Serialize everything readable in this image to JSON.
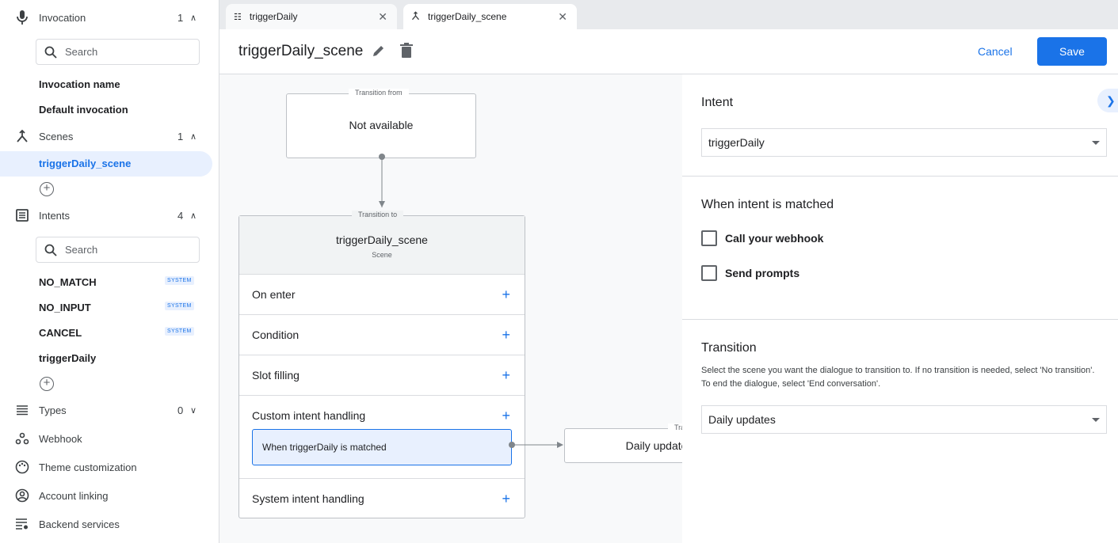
{
  "sidebar": {
    "invocation": {
      "label": "Invocation",
      "count": "1",
      "search_placeholder": "Search",
      "items": [
        "Invocation name",
        "Default invocation"
      ]
    },
    "scenes": {
      "label": "Scenes",
      "count": "1",
      "items": [
        "triggerDaily_scene"
      ]
    },
    "intents": {
      "label": "Intents",
      "count": "4",
      "search_placeholder": "Search",
      "items": [
        {
          "label": "NO_MATCH",
          "badge": "SYSTEM"
        },
        {
          "label": "NO_INPUT",
          "badge": "SYSTEM"
        },
        {
          "label": "CANCEL",
          "badge": "SYSTEM"
        },
        {
          "label": "triggerDaily"
        }
      ]
    },
    "types": {
      "label": "Types",
      "count": "0"
    },
    "links": [
      "Webhook",
      "Theme customization",
      "Account linking",
      "Backend services"
    ]
  },
  "tabs": [
    {
      "label": "triggerDaily",
      "icon": "intent-icon"
    },
    {
      "label": "triggerDaily_scene",
      "icon": "scene-icon",
      "active": true
    }
  ],
  "header": {
    "title": "triggerDaily_scene",
    "cancel": "Cancel",
    "save": "Save"
  },
  "canvas": {
    "from": {
      "legend": "Transition from",
      "value": "Not available"
    },
    "scene": {
      "legend": "Transition to",
      "name": "triggerDaily_scene",
      "sub": "Scene",
      "rows": [
        "On enter",
        "Condition",
        "Slot filling",
        "Custom intent handling",
        "System intent handling"
      ],
      "handler": "When triggerDaily is matched"
    },
    "target": {
      "legend": "Transition to",
      "value": "Daily updates"
    }
  },
  "panel": {
    "intent_title": "Intent",
    "intent_value": "triggerDaily",
    "matched_title": "When intent is matched",
    "checkboxes": [
      {
        "label": "Call your webhook",
        "checked": false
      },
      {
        "label": "Send prompts",
        "checked": false
      }
    ],
    "transition_title": "Transition",
    "transition_desc": "Select the scene you want the dialogue to transition to. If no transition is needed, select 'No transition'. To end the dialogue, select 'End conversation'.",
    "transition_value": "Daily updates"
  },
  "colors": {
    "accent": "#1a73e8",
    "selected_bg": "#e8f0fe"
  }
}
